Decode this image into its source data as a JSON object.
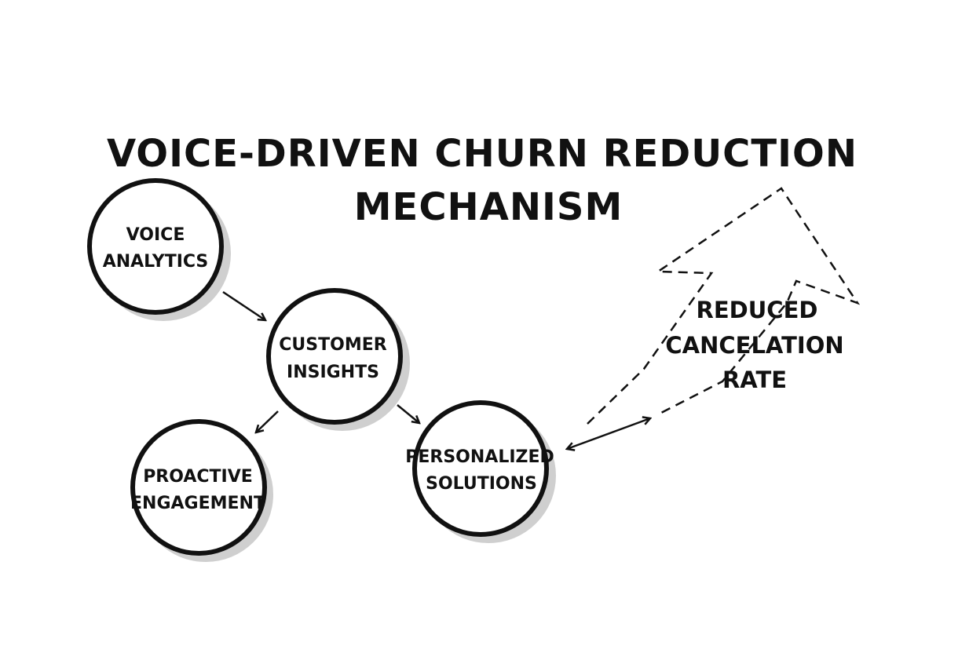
{
  "title": {
    "line1": "VOICE-DRIVEN CHURN REDUCTION",
    "line2": "MECHANISM"
  },
  "nodes": {
    "voice_analytics": {
      "line1": "VOICE",
      "line2": "ANALYTICS"
    },
    "customer_insights": {
      "line1": "CUSTOMER",
      "line2": "INSIGHTS"
    },
    "proactive_engagement": {
      "line1": "PROACTIVE",
      "line2": "ENGAGEMENT"
    },
    "personalized_solutions": {
      "line1": "PERSONALIZED",
      "line2": "SOLUTIONS"
    }
  },
  "outcome": {
    "line1": "REDUCED",
    "line2": "CANCELATION",
    "line3": "RATE"
  },
  "colors": {
    "ink": "#111111",
    "shadow": "#cfcfcf",
    "background": "#ffffff"
  }
}
